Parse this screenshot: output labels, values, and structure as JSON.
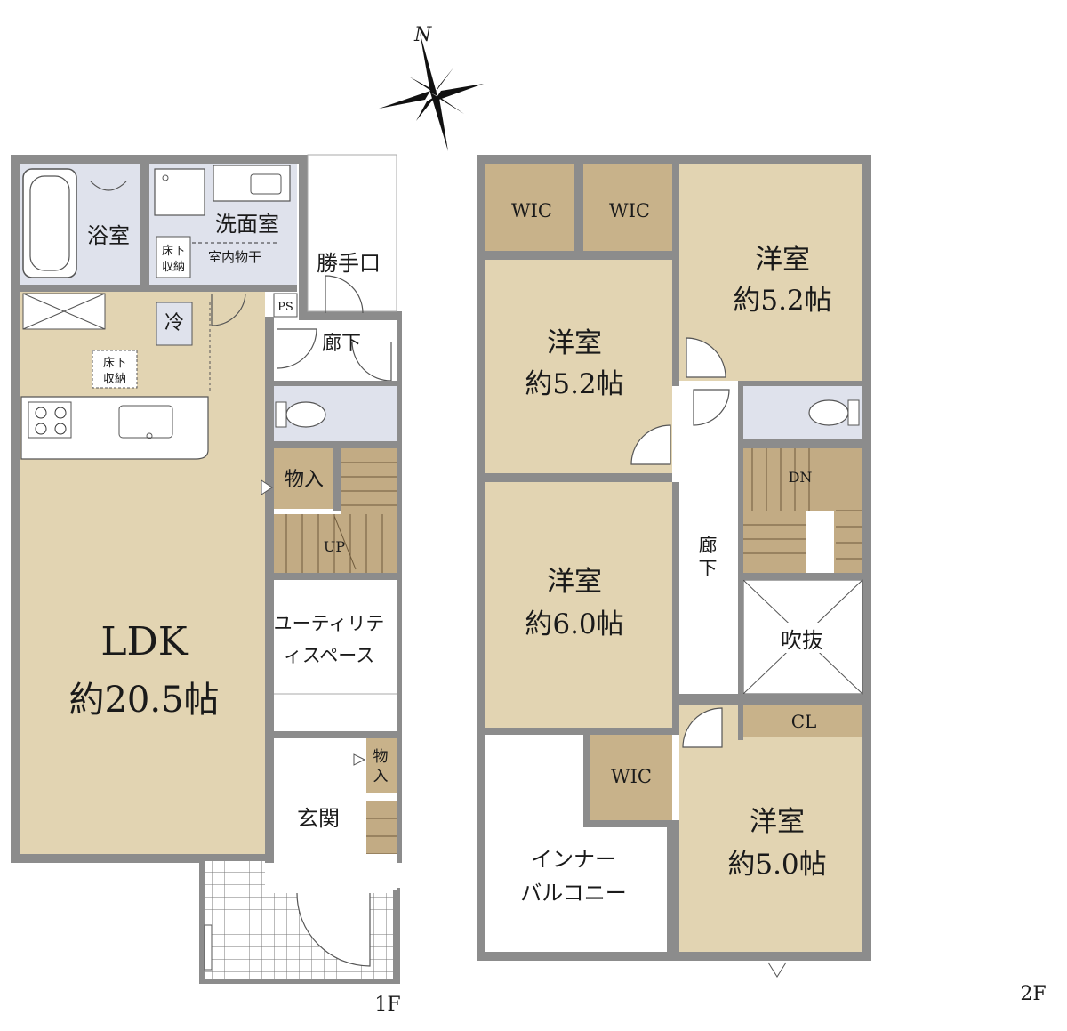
{
  "compass": {
    "north_label": "N",
    "icon": "compass-rose-icon"
  },
  "floor_1": {
    "floor_label": "1F",
    "rooms": {
      "bath": "浴室",
      "washroom": "洗面室",
      "under_floor_storage_1_line1": "床下",
      "under_floor_storage_1_line2": "収納",
      "indoor_drying": "室内物干",
      "service_entrance": "勝手口",
      "ps": "PS",
      "fridge": "冷",
      "hallway": "廊下",
      "under_floor_storage_2_line1": "床下",
      "under_floor_storage_2_line2": "収納",
      "storage_closet": "物入",
      "stairs_up": "UP",
      "utility_line1": "ユーティリテ",
      "utility_line2": "ィスペース",
      "ldk_name": "LDK",
      "ldk_size": "約20.5帖",
      "entrance": "玄関",
      "entrance_storage_line1": "物",
      "entrance_storage_line2": "入"
    }
  },
  "floor_2": {
    "floor_label": "2F",
    "rooms": {
      "wic_1": "WIC",
      "wic_2": "WIC",
      "wic_3": "WIC",
      "bedroom_ne_name": "洋室",
      "bedroom_ne_size": "約5.2帖",
      "bedroom_nw_name": "洋室",
      "bedroom_nw_size": "約5.2帖",
      "bedroom_w_name": "洋室",
      "bedroom_w_size": "約6.0帖",
      "bedroom_se_name": "洋室",
      "bedroom_se_size": "約5.0帖",
      "hallway_line1": "廊",
      "hallway_line2": "下",
      "stairs_down": "DN",
      "void": "吹抜",
      "closet": "CL",
      "inner_balcony_line1": "インナー",
      "inner_balcony_line2": "バルコニー"
    }
  },
  "colors": {
    "wall": "#8c8c8c",
    "room_beige": "#e2d4b2",
    "room_beige_light": "#ebe0c4",
    "closet_brown": "#c8b28a",
    "stairs_brown": "#c2ab84",
    "wet_area_blue": "#dfe2ec",
    "white": "#ffffff"
  }
}
